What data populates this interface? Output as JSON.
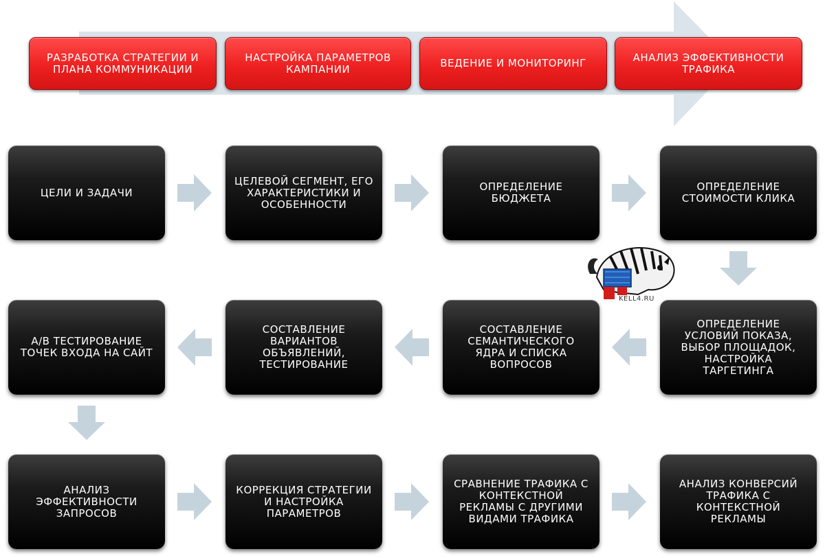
{
  "phases": [
    "Разработка стратегии и плана коммуникации",
    "Настройка параметров кампании",
    "Ведение и мониторинг",
    "Анализ эффективности трафика"
  ],
  "row1": [
    "Цели и задачи",
    "Целевой сегмент, его характеристики и особенности",
    "Определение бюджета",
    "Определение стоимости клика"
  ],
  "row2": [
    "A/B тестирование точек входа на сайт",
    "Составление вариантов объявлений, тестирование",
    "Составление семантического ядра и списка вопросов",
    "Определение условий показа, выбор площадок, настройка таргетинга"
  ],
  "row3": [
    "Анализ эффективности запросов",
    "Коррекция стратегии и настройка параметров",
    "Сравнение трафика с контекстной рекламы с другими видами трафика",
    "Анализ конверсий трафика с контекстной рекламы"
  ],
  "watermark": "KELL4.RU",
  "colors": {
    "phase": "#ee2020",
    "step": "#111111",
    "arrow": "#c5d3dc"
  }
}
